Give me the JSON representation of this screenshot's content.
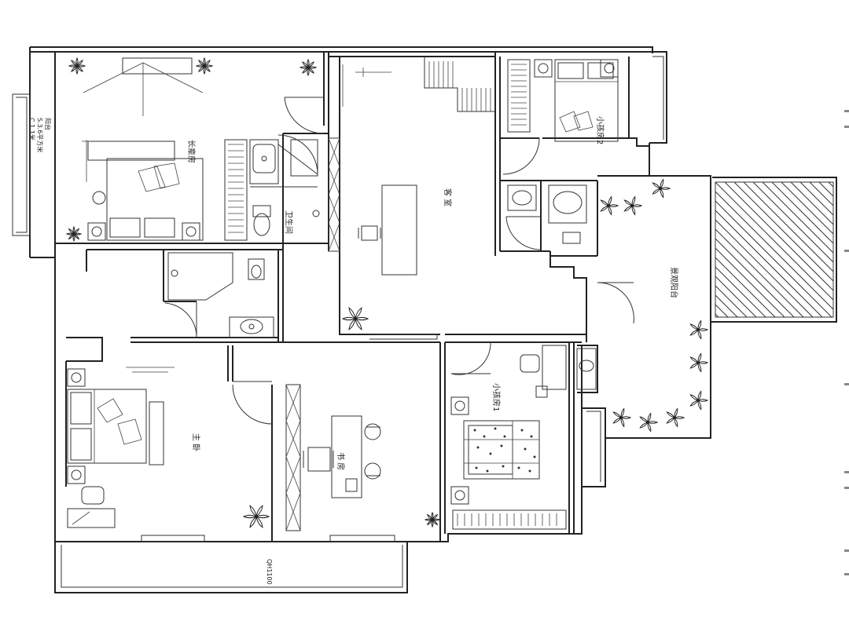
{
  "plan": {
    "rooms": {
      "elder_room": "长辈房",
      "bathroom": "卫生间",
      "living_room": "客 室",
      "child_room2": "小孩房2",
      "balcony": "景观阳台",
      "master_bedroom": "主 卧",
      "study": "书 房",
      "child_room1": "小孩房1"
    },
    "annotations": {
      "window_label": "阳台",
      "window_dim1": "S.3.6平方米",
      "window_dim2": "C.1.1米",
      "bottom_dim": "QH1100"
    }
  },
  "colors": {
    "line": "#222222",
    "background": "#ffffff"
  }
}
